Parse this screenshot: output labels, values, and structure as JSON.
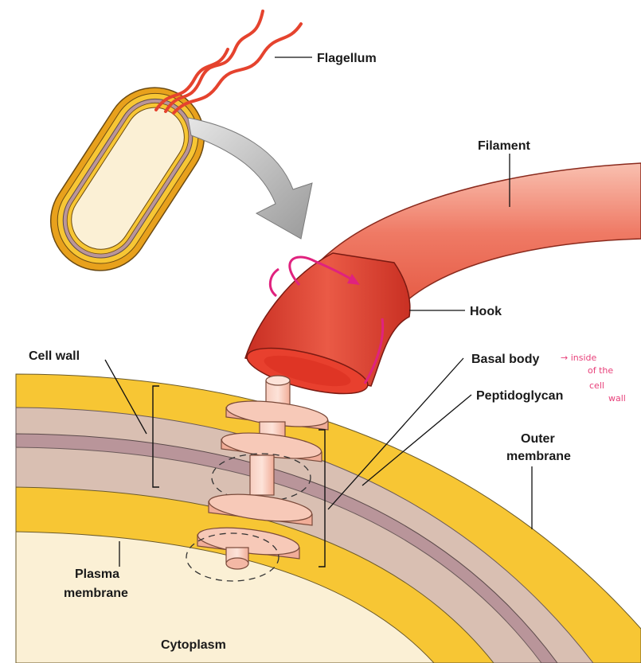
{
  "labels": {
    "flagellum": "Flagellum",
    "filament": "Filament",
    "hook": "Hook",
    "basal_body": "Basal body",
    "peptidoglycan": "Peptidoglycan",
    "outer_membrane_1": "Outer",
    "outer_membrane_2": "membrane",
    "cell_wall": "Cell wall",
    "plasma_membrane_1": "Plasma",
    "plasma_membrane_2": "membrane",
    "cytoplasm": "Cytoplasm"
  },
  "annotation": {
    "line1": "→ inside",
    "line2": "of  the",
    "line3": "cell",
    "line4": "wall"
  },
  "colors": {
    "outer_membrane": "#f7c634",
    "peptidoglycan": "#d9bfb2",
    "inner_band": "#b9959a",
    "cytoplasm": "#fbf0d5",
    "filament": "#e95f4f",
    "hook": "#d93a2c",
    "basal_disc": "#f4b8a5",
    "rotation_arrow": "#e0227e",
    "annotation": "#e8407a",
    "pointer_arrow": "#b7b7b7"
  },
  "icons": {
    "rotation": "curved-rotation-arrow",
    "zoom": "curved-zoom-arrow"
  }
}
